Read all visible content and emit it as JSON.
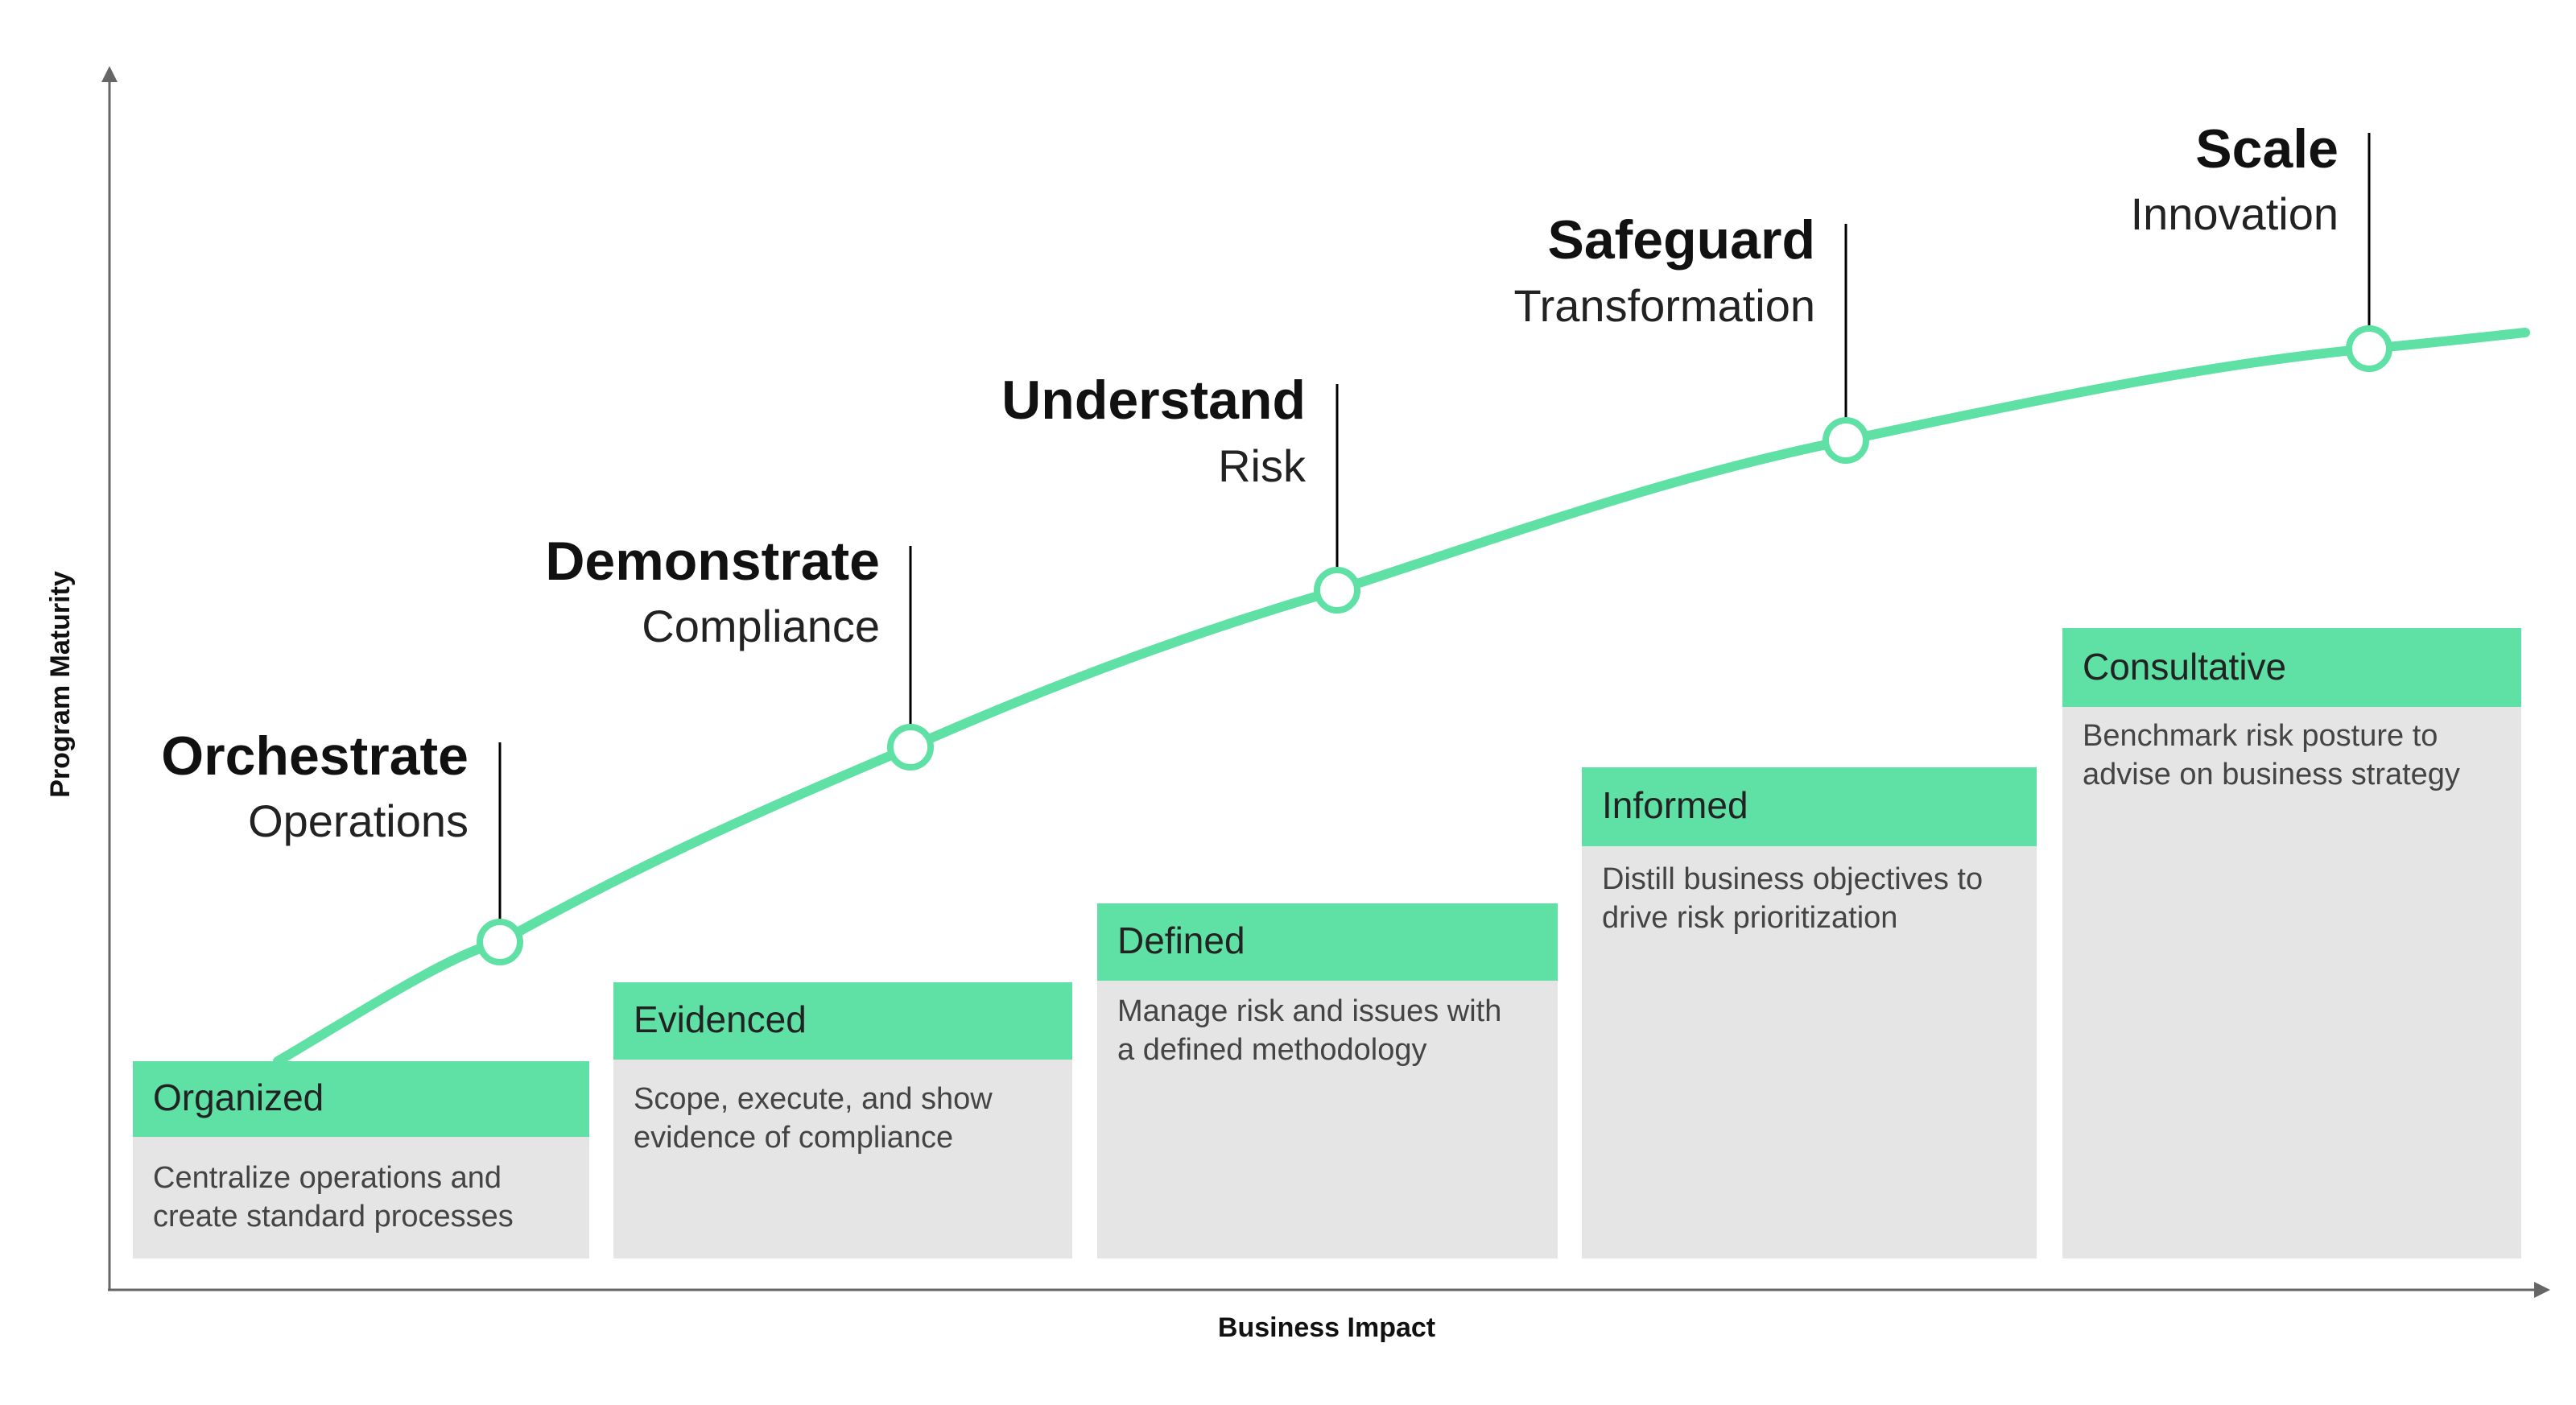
{
  "colors": {
    "accent": "#5fe0a5",
    "card_body": "#e5e5e5",
    "axis": "#666666",
    "leader": "#000000"
  },
  "axes": {
    "x_label": "Business Impact",
    "y_label": "Program Maturity"
  },
  "stages": [
    {
      "name": "Organized",
      "description": [
        "Centralize operations and",
        "create standard processes"
      ]
    },
    {
      "name": "Evidenced",
      "description": [
        "Scope, execute, and show",
        "evidence of compliance"
      ]
    },
    {
      "name": "Defined",
      "description": [
        "Manage risk and issues with",
        "a defined methodology"
      ]
    },
    {
      "name": "Informed",
      "description": [
        "Distill business objectives to",
        "drive risk prioritization"
      ]
    },
    {
      "name": "Consultative",
      "description": [
        "Benchmark risk posture to",
        "advise on business strategy"
      ]
    }
  ],
  "milestones": [
    {
      "title": "Orchestrate",
      "subtitle": "Operations"
    },
    {
      "title": "Demonstrate",
      "subtitle": "Compliance"
    },
    {
      "title": "Understand",
      "subtitle": "Risk"
    },
    {
      "title": "Safeguard",
      "subtitle": "Transformation"
    },
    {
      "title": "Scale",
      "subtitle": "Innovation"
    }
  ]
}
